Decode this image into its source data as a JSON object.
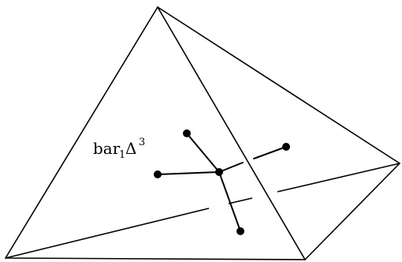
{
  "diagram": {
    "label": {
      "base": "bar",
      "subscript": "1",
      "symbol": "Δ",
      "superscript": "3"
    },
    "colors": {
      "line": "#000000",
      "background": "#ffffff"
    }
  }
}
